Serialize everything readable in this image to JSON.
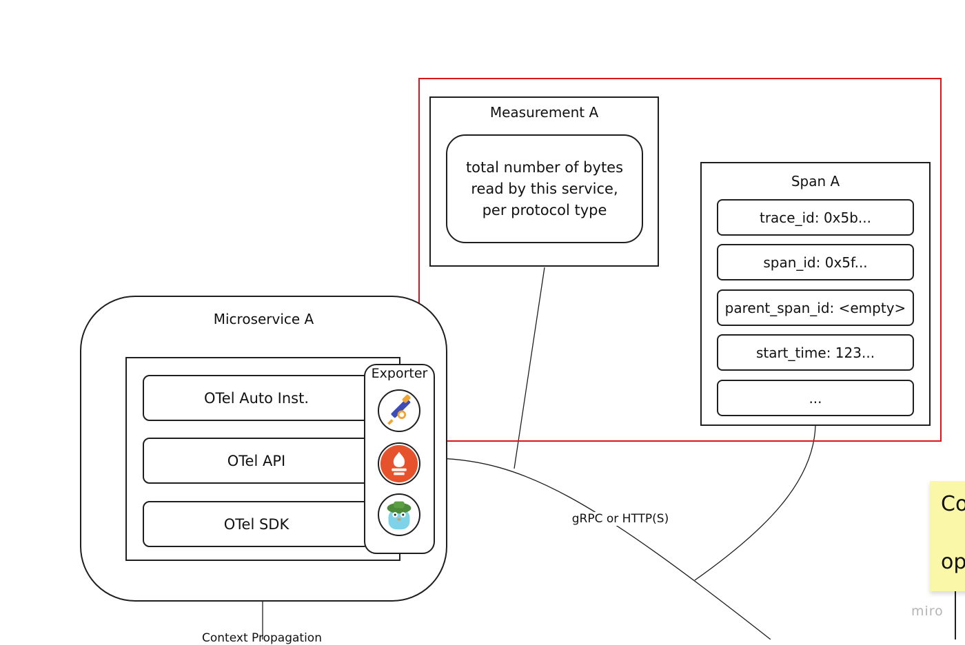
{
  "measurement": {
    "title": "Measurement A",
    "description": "total number of bytes read by this service, per protocol type"
  },
  "span": {
    "title": "Span A",
    "fields": [
      "trace_id: 0x5b...",
      "span_id: 0x5f...",
      "parent_span_id: <empty>",
      "start_time: 123...",
      "..."
    ]
  },
  "microservice": {
    "title": "Microservice A",
    "layers": [
      "OTel Auto Inst.",
      "OTel API",
      "OTel SDK"
    ]
  },
  "exporter": {
    "title": "Exporter",
    "icons": [
      "jaeger-icon",
      "prometheus-icon",
      "zipkin-gopher-icon"
    ]
  },
  "connections": {
    "protocol_label": "gRPC or HTTP(S)",
    "context_label": "Context Propagation"
  },
  "sticky_note": {
    "line1": "Co",
    "line2": "op"
  },
  "watermark": "miro",
  "colors": {
    "highlight_frame": "#d9151b",
    "sticky_note": "#fbf7a8",
    "stroke": "#1e1e1e"
  }
}
